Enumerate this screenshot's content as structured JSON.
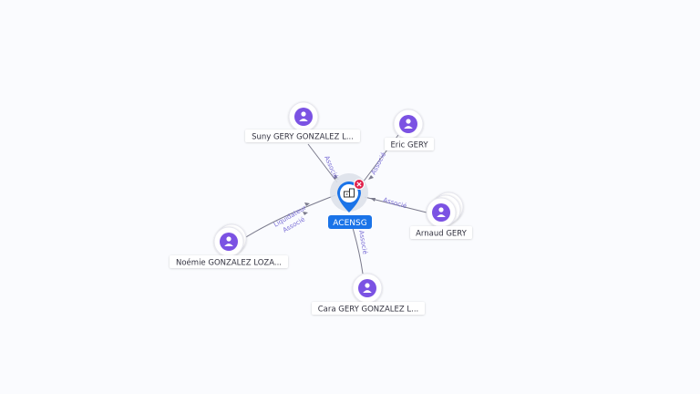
{
  "company": {
    "name": "ACENSG",
    "icon": "building-icon",
    "remove_icon": "close-icon"
  },
  "persons": [
    {
      "name": "Suny GERY GONZALEZ L...",
      "relations": [
        "Associé"
      ],
      "icon": "person-icon"
    },
    {
      "name": "Eric GERY",
      "relations": [
        "Associé"
      ],
      "icon": "person-icon"
    },
    {
      "name": "Arnaud GERY",
      "relations": [
        "Associé"
      ],
      "icon": "person-icon"
    },
    {
      "name": "Cara GERY GONZALEZ L...",
      "relations": [
        "Associé"
      ],
      "icon": "person-icon"
    },
    {
      "name": "Noémie GONZALEZ LOZA...",
      "relations": [
        "Liquidateur",
        "Associé"
      ],
      "icon": "person-icon"
    }
  ],
  "colors": {
    "center": "#1a73e8",
    "person": "#7b52e3",
    "remove": "#e0204a",
    "edge_label": "#7b6fd6"
  }
}
